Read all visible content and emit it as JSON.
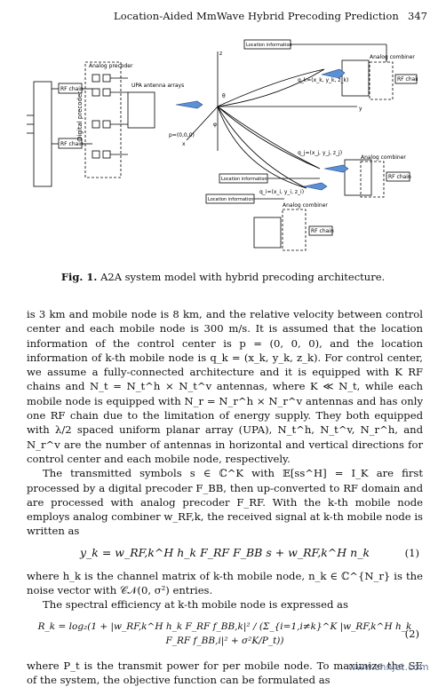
{
  "header": {
    "title": "Location-Aided MmWave Hybrid Precoding Prediction",
    "page_number": "347"
  },
  "figure": {
    "labels": {
      "digital_precoder": "Digital precoder",
      "analog_precoder": "Analog precoder",
      "rf_chain": "RF chain",
      "upa": "UPA antenna arrays",
      "location_information": "Location information",
      "analog_combiner": "Analog combiner",
      "origin": "p=(0,0,0)",
      "q_k": "q_k=(x_k, y_k, z_k)",
      "q_j": "q_j=(x_j, y_j, z_j)",
      "q_i": "q_i=(x_i, y_i, z_i)",
      "theta": "θ",
      "phi": "φ",
      "axis_z": "z",
      "axis_y": "y",
      "axis_x": "x"
    },
    "caption_label": "Fig. 1.",
    "caption_text": " A2A system model with hybrid precoding architecture."
  },
  "paragraphs": [
    "is 3 km and mobile node is 8 km, and the relative velocity between control center and each mobile node is 300 m/s. It is assumed that the location information of the control center is p = (0, 0, 0), and the location information of k-th mobile node is q_k = (x_k, y_k, z_k). For control center, we assume a fully-connected architecture and it is equipped with K RF chains and N_t = N_t^h × N_t^v antennas, where K ≪ N_t, while each mobile node is equipped with N_r = N_r^h × N_r^v antennas and has only one RF chain due to the limitation of energy supply. They both equipped with λ/2 spaced uniform planar array (UPA), N_t^h, N_t^v, N_r^h, and N_r^v are the number of antennas in horizontal and vertical directions for control center and each mobile node, respectively.",
    "The transmitted symbols s ∈ ℂ^K with 𝔼[ss^H] = I_K are first processed by a digital precoder F_BB, then up-converted to RF domain and are processed with analog precoder F_RF. With the k-th mobile node employs analog combiner w_RF,k, the received signal at k-th mobile node is written as",
    "where h_k is the channel matrix of k-th mobile node, n_k ∈ ℂ^{N_r} is the noise vector with 𝒞𝒩(0, σ²) entries.",
    "The spectral efficiency at k-th mobile node is expressed as",
    "where P_t is the transmit power for per mobile node. To maximize the SE of the system, the objective function can be formulated as"
  ],
  "equations": [
    {
      "text": "y_k = w_RF,k^H h_k F_RF F_BB s + w_RF,k^H n_k",
      "number": "(1)"
    },
    {
      "text": "R_k = log₂(1 + |w_RF,k^H h_k F_RF f_BB,k|² / (Σ_{i=1,i≠k}^K |w_RF,k^H h_k F_RF f_BB,i|² + σ²K/P_t))",
      "number": "(2)"
    }
  ],
  "watermark": "www.chnjet.com"
}
